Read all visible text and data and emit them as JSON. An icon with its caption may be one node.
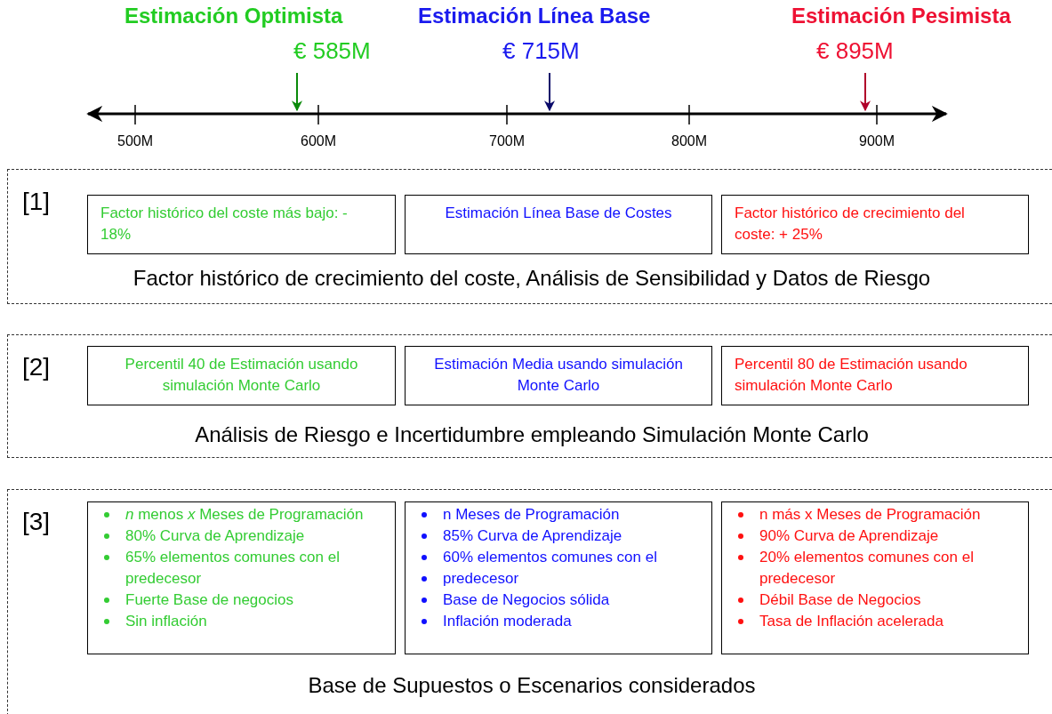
{
  "diagram": {
    "nodes": [
      {
        "text": [
          "Estimación Optimista",
          "€ 585M"
        ]
      },
      {
        "text": [
          "Estimación Línea Base",
          "€ 715M"
        ]
      },
      {
        "text": [
          "Estimación Pesimista",
          "€ 895M"
        ]
      },
      {
        "text": [
          "[1]",
          "Factor histórico de crecimiento del coste, Análisis de Sensibilidad y Datos de Riesgo"
        ]
      },
      {
        "text": [
          "Factor histórico del coste más bajo: - 18%"
        ],
        "in": 3
      },
      {
        "text": [
          "Estimación Línea Base de Costes"
        ],
        "in": 3
      },
      {
        "text": [
          "Factor histórico de crecimiento del coste: + 25%"
        ],
        "in": 3
      },
      {
        "text": [
          "[2]",
          "Análisis de Riesgo e Incertidumbre empleando Simulación Monte Carlo"
        ]
      },
      {
        "text": [
          "Percentil 40 de Estimación usando simulación Monte Carlo"
        ],
        "in": 7
      },
      {
        "text": [
          "Estimación Media usando simulación Monte Carlo"
        ],
        "in": 7
      },
      {
        "text": [
          "Percentil 80 de Estimación usando simulación Monte Carlo"
        ],
        "in": 7
      },
      {
        "text": [
          "[3]",
          "Base de Supuestos o Escenarios considerados"
        ]
      },
      {
        "text": [
          "*n* menos *x* Meses de Programación",
          "80% Curva de Aprendizaje",
          "65% elementos comunes con el predecesor",
          "Fuerte Base de negocios",
          "Sin inflación"
        ],
        "in": 11
      },
      {
        "text": [
          "n Meses de Programación",
          "85% Curva de Aprendizaje",
          "60% elementos comunes con el",
          "predecesor",
          "Base de Negocios sólida",
          "Inflación moderada"
        ],
        "in": 11
      },
      {
        "text": [
          "n más x Meses de Programación",
          "90% Curva de Aprendizaje",
          "20% elementos comunes con el predecesor",
          "Débil Base de Negocios",
          "Tasa de Inflación acelerada"
        ],
        "in": 11
      }
    ],
    "edges": [
      {
        "from": 0,
        "to": null,
        "arrow": "to",
        "color": "#0a8a0a"
      },
      {
        "from": 1,
        "to": null,
        "arrow": "to",
        "color": "#0a0a6a"
      },
      {
        "from": 2,
        "to": null,
        "arrow": "to",
        "color": "#b0002a"
      }
    ],
    "labels": [
      "500M",
      "600M",
      "700M",
      "800M",
      "900M"
    ]
  }
}
